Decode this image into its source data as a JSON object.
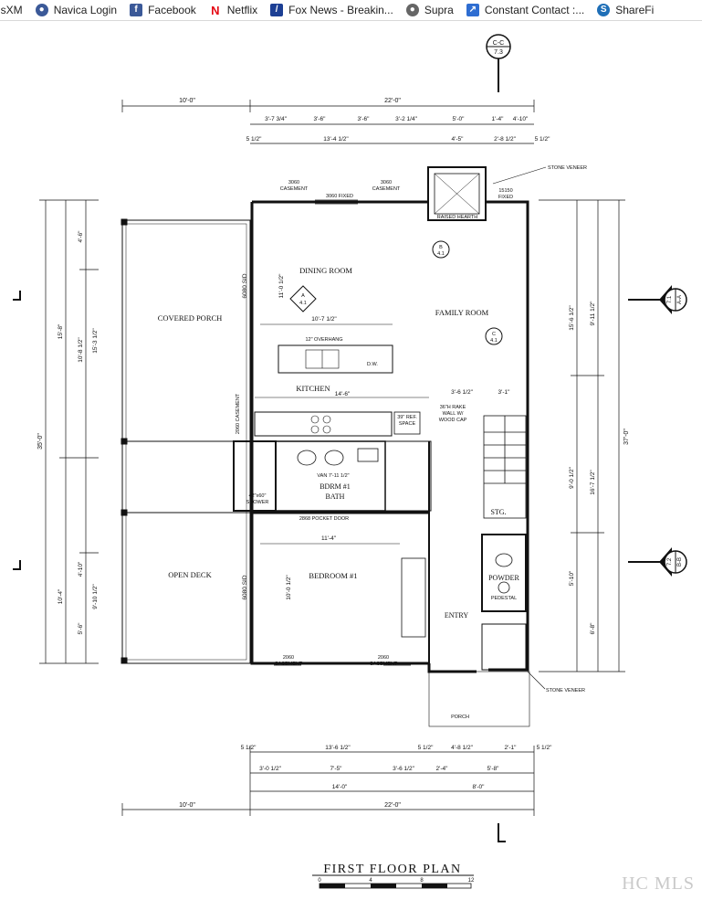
{
  "bookmarks": [
    {
      "label": "usXM",
      "icon": "siriusxm-icon",
      "color": "#ffffff"
    },
    {
      "label": "Navica Login",
      "icon": "globe-icon",
      "color": "#3b5998"
    },
    {
      "label": "Facebook",
      "icon": "facebook-icon",
      "color": "#3b5998"
    },
    {
      "label": "Netflix",
      "icon": "netflix-icon",
      "color": "#e50914"
    },
    {
      "label": "Fox News - Breakin...",
      "icon": "fox-news-icon",
      "color": "#1c3f94"
    },
    {
      "label": "Supra",
      "icon": "globe-icon",
      "color": "#666666"
    },
    {
      "label": "Constant Contact :...",
      "icon": "constant-contact-icon",
      "color": "#2e6dd1"
    },
    {
      "label": "ShareFi",
      "icon": "sharefile-icon",
      "color": "#1f6fb7"
    }
  ],
  "plan": {
    "title": "FIRST FLOOR PLAN",
    "rooms": {
      "dining": "DINING ROOM",
      "family": "FAMILY ROOM",
      "kitchen": "KITCHEN",
      "covered_porch": "COVERED PORCH",
      "open_deck": "OPEN DECK",
      "bedroom": "BEDROOM #1",
      "bdrm_bath_1": "BDRM #1",
      "bdrm_bath_2": "BATH",
      "entry": "ENTRY",
      "powder": "POWDER",
      "stg": "STG.",
      "porch": "PORCH"
    },
    "notes": {
      "stone_top": "STONE VENEER",
      "stone_bottom": "STONE VENEER",
      "raised_hearth": "RAISED HEARTH",
      "fixed_15150": "15150",
      "fixed_label": "FIXED",
      "casement_3060a": "3060",
      "casement_label": "CASEMENT",
      "fixed_3060": "3060 FIXED",
      "casement_3060b": "3060",
      "overhang": "12\" OVERHANG",
      "dw": "D.W.",
      "ref": "39\" REF.",
      "space": "SPACE",
      "rake_1": "36\"H RAKE",
      "rake_2": "WALL W/",
      "rake_3": "WOOD CAP",
      "shower_1": "42\"x60\"",
      "shower_2": "SHOWER",
      "pocket_door": "2868 POCKET DOOR",
      "casement_2060_left": "2060",
      "casement_2060_right": "2060",
      "pedestal": "PEDESTAL",
      "van": "VAN 7'-11 1/2\"",
      "sid_top": "6080 SID",
      "sid_bottom": "6080 SID",
      "casement_side": "2060 CASEMENT"
    },
    "dims": {
      "top_10": "10'-0\"",
      "top_22": "22'-0\"",
      "r1_a": "3'-7 3/4\"",
      "r1_b": "3'-6\"",
      "r1_c": "3'-6\"",
      "r1_d": "3'-2 1/4\"",
      "r1_e": "5'-0\"",
      "r1_f": "1'-4\"",
      "r1_g": "4'-10\"",
      "r2_a": "5 1/2\"",
      "r2_b": "13'-4 1/2\"",
      "r2_c": "4'-5\"",
      "r2_d": "2'-8 1/2\"",
      "r2_e": "5 1/2\"",
      "left_35": "35'-0\"",
      "left_15_8": "15'-8\"",
      "left_10_8": "10'-8 1/2\"",
      "left_15_3": "15'-3 1/2\"",
      "left_4_6": "4'-6\"",
      "left_10_4": "10'-4\"",
      "left_9_10": "9'-10 1/2\"",
      "left_4_10": "4'-10\"",
      "left_5_6": "5'-6\"",
      "right_37": "37'-0\"",
      "right_15_6": "15'-6 1/2\"",
      "right_9_11": "9'-11 1/2\"",
      "right_9_0": "9'-0 1/2\"",
      "right_16_7": "16'-7 1/2\"",
      "right_5_10": "5'-10\"",
      "right_6_8": "6'-8\"",
      "room_dining": "11'-0 1/2\"",
      "room_dining_w": "10'-7 1/2\"",
      "room_kitchen_w": "14'-6\"",
      "room_bed_w": "11'-4\"",
      "room_bed_h": "10'-0 1/2\"",
      "room_36": "3'-6 1/2\"",
      "room_3_1": "3'-1\"",
      "b1_a": "5 1/2\"",
      "b1_b": "13'-6 1/2\"",
      "b1_c": "5 1/2\"",
      "b1_d": "4'-8 1/2\"",
      "b1_e": "2'-1\"",
      "b1_f": "5 1/2\"",
      "b2_a": "3'-0 1/2\"",
      "b2_b": "7'-5\"",
      "b2_c": "3'-6 1/2\"",
      "b2_d": "2'-4\"",
      "b2_e": "5'-8\"",
      "b3_a": "14'-0\"",
      "b3_b": "8'-0\"",
      "b4_a": "10'-0\"",
      "b4_b": "22'-0\""
    },
    "markers": {
      "section_top_a": "C-C",
      "section_top_b": "7.3",
      "section_r1_a": "7.1",
      "section_r1_b": "A-A",
      "section_r2_a": "7.2",
      "section_r2_b": "B-B",
      "detail_a": "A",
      "detail_a_b": "4.1",
      "detail_b": "B",
      "detail_b_b": "4.1",
      "detail_c": "C",
      "detail_c_b": "4.1"
    },
    "scale": [
      "0",
      "4",
      "8",
      "12"
    ]
  },
  "watermark": "HC MLS"
}
